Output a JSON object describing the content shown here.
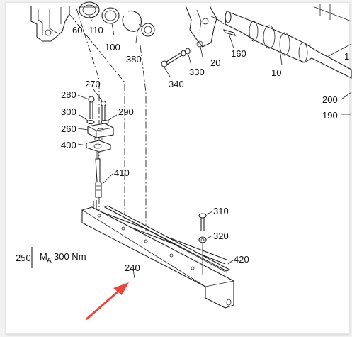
{
  "callouts": [
    {
      "id": "60",
      "text": "60"
    },
    {
      "id": "110",
      "text": "110"
    },
    {
      "id": "100",
      "text": "100"
    },
    {
      "id": "380",
      "text": "380"
    },
    {
      "id": "160",
      "text": "160"
    },
    {
      "id": "20",
      "text": "20"
    },
    {
      "id": "330",
      "text": "330"
    },
    {
      "id": "340",
      "text": "340"
    },
    {
      "id": "10",
      "text": "10"
    },
    {
      "id": "1",
      "text": "1"
    },
    {
      "id": "200",
      "text": "200"
    },
    {
      "id": "190",
      "text": "190"
    },
    {
      "id": "280",
      "text": "280"
    },
    {
      "id": "270",
      "text": "270"
    },
    {
      "id": "300",
      "text": "300"
    },
    {
      "id": "290",
      "text": "290"
    },
    {
      "id": "260",
      "text": "260"
    },
    {
      "id": "400",
      "text": "400"
    },
    {
      "id": "410",
      "text": "410"
    },
    {
      "id": "310",
      "text": "310"
    },
    {
      "id": "320",
      "text": "320"
    },
    {
      "id": "420",
      "text": "420"
    },
    {
      "id": "240",
      "text": "240"
    }
  ],
  "torque_note": {
    "part": "250",
    "symbol_main": "M",
    "symbol_sub": "A",
    "value": "300 Nm"
  },
  "colors": {
    "arrow": "#e8473d",
    "line": "#222222"
  },
  "pointer_icon": "red-arrow-icon"
}
